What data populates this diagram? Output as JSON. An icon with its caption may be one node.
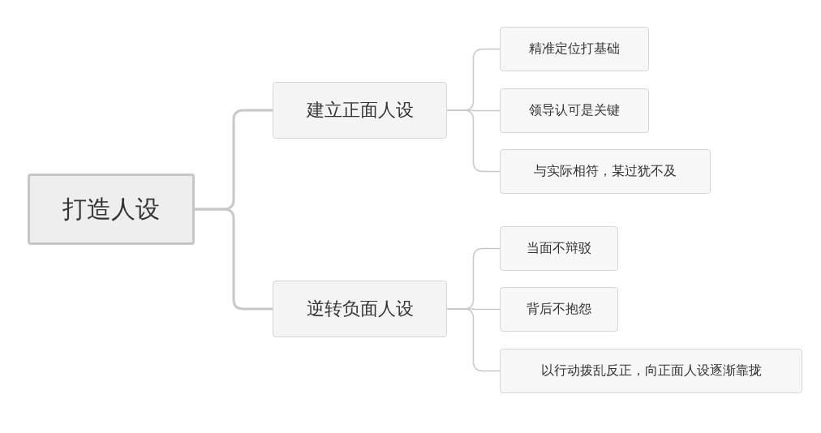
{
  "diagram": {
    "nodes": [
      {
        "text": [
          "打造人设"
        ]
      },
      {
        "text": [
          "建立正面人设"
        ]
      },
      {
        "text": [
          "逆转负面人设"
        ]
      },
      {
        "text": [
          "精准定位打基础"
        ]
      },
      {
        "text": [
          "领导认可是关键"
        ]
      },
      {
        "text": [
          "与实际相符，某过犹不及"
        ]
      },
      {
        "text": [
          "当面不辩驳"
        ]
      },
      {
        "text": [
          "背后不抱怨"
        ]
      },
      {
        "text": [
          "以行动拨乱反正，向正面人设逐渐靠拢"
        ]
      }
    ],
    "edges": [
      {
        "from": 0,
        "to": 1,
        "arrow": "none"
      },
      {
        "from": 0,
        "to": 2,
        "arrow": "none"
      },
      {
        "from": 1,
        "to": 3,
        "arrow": "none"
      },
      {
        "from": 1,
        "to": 4,
        "arrow": "none"
      },
      {
        "from": 1,
        "to": 5,
        "arrow": "none"
      },
      {
        "from": 2,
        "to": 6,
        "arrow": "none"
      },
      {
        "from": 2,
        "to": 7,
        "arrow": "none"
      },
      {
        "from": 2,
        "to": 8,
        "arrow": "none"
      }
    ]
  }
}
